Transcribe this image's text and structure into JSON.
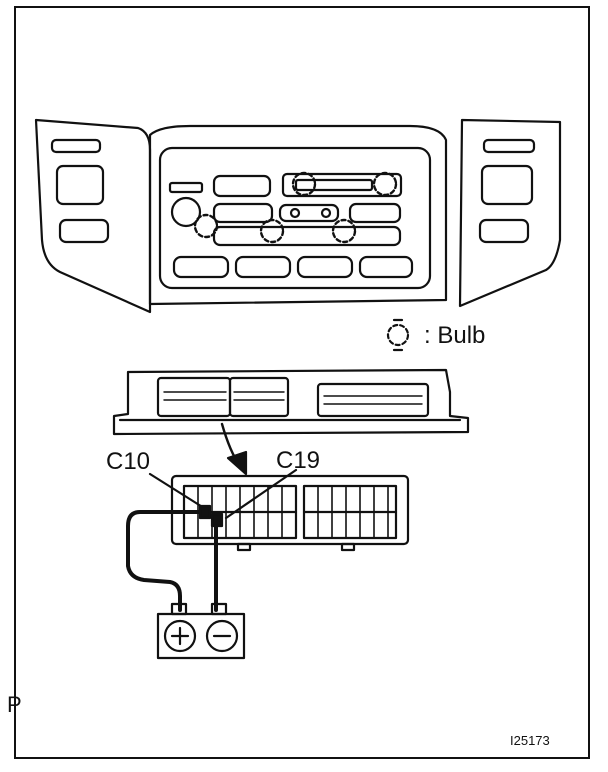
{
  "legend": {
    "symbol_meaning": ": Bulb"
  },
  "terminals": {
    "positive": "C10",
    "negative": "C19"
  },
  "battery": {
    "positive_symbol": "+",
    "negative_symbol": "−"
  },
  "page_mark": "P",
  "figure_id": "I25173",
  "colors": {
    "ink": "#111111",
    "paper": "#ffffff"
  }
}
